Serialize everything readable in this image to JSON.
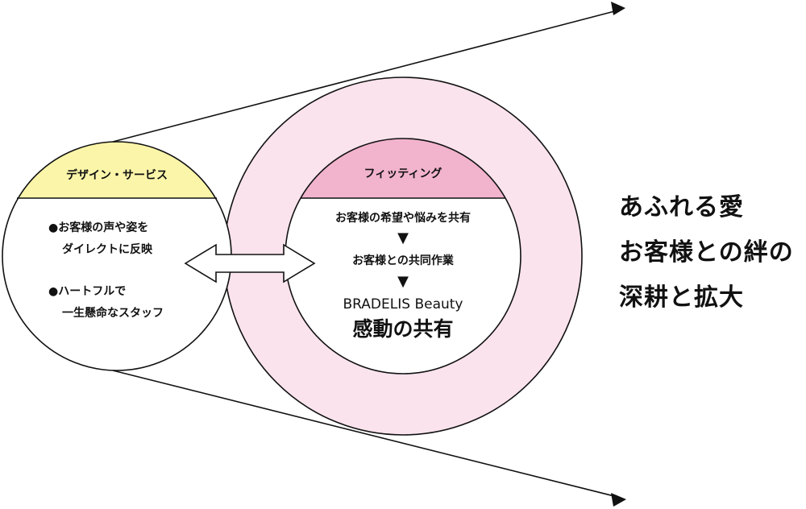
{
  "colors": {
    "left_header": "#fbf5a9",
    "ring_fill": "#fae3ed",
    "inner_header": "#f2b3cd",
    "stroke": "#111111"
  },
  "left_circle": {
    "header": "デザイン・サービス",
    "bullet1_line1": "●お客様の声や姿を",
    "bullet1_line2": "ダイレクトに反映",
    "bullet2_line1": "●ハートフルで",
    "bullet2_line2": "一生懸命なスタッフ"
  },
  "inner_circle": {
    "header": "フィッティング",
    "step1": "お客様の希望や悩みを共有",
    "arrow_glyph": "▼",
    "step2": "お客様との共同作業",
    "brand": "BRADELIS Beauty",
    "result": "感動の共有"
  },
  "tagline": {
    "line1": "あふれる愛",
    "line2": "お客様との絆の",
    "line3": "深耕と拡大"
  }
}
